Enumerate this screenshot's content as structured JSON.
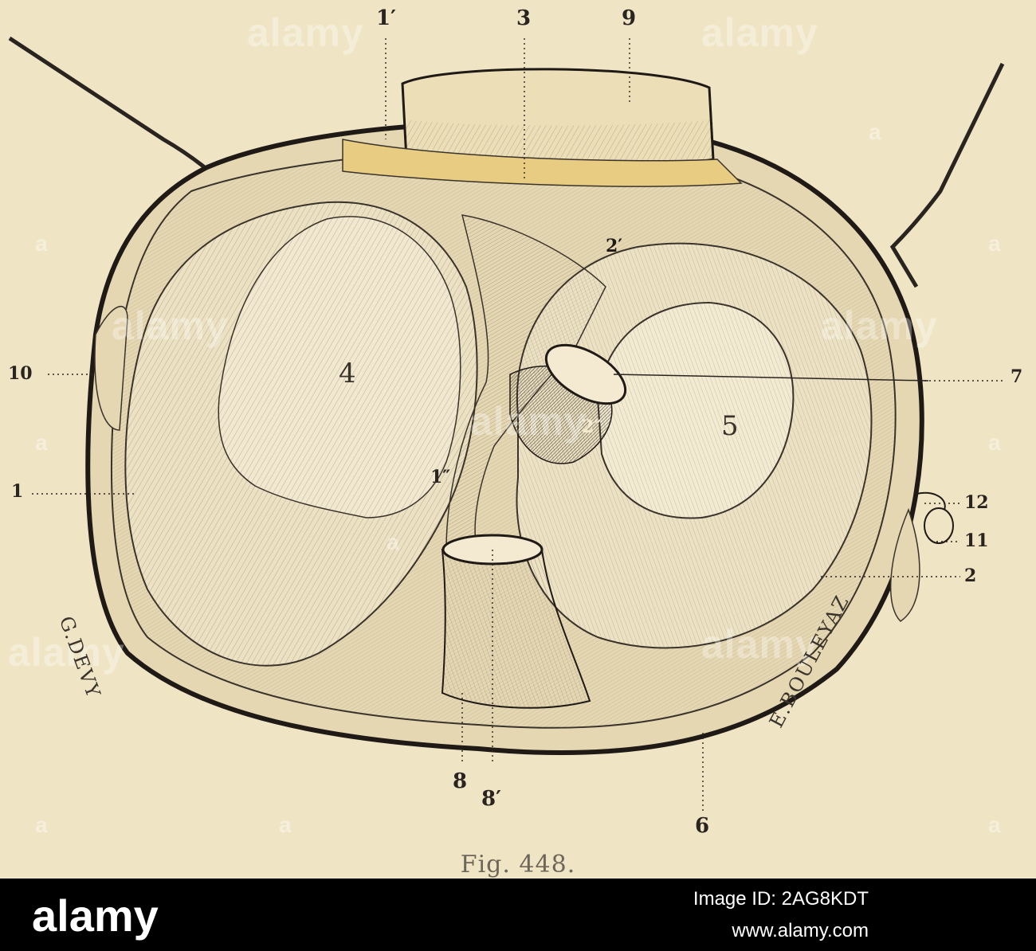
{
  "figure": {
    "caption": "Fig. 448.",
    "callouts": {
      "n1_prime_top": "1′",
      "n3": "3",
      "n9": "9",
      "n10": "10",
      "n7": "7",
      "n1": "1",
      "n12": "12",
      "n11": "11",
      "n2": "2",
      "n8": "8",
      "n8_prime": "8′",
      "n6": "6",
      "n4": "4",
      "n5": "5",
      "n2_prime": "2′",
      "n2_double_prime": "2″",
      "n1_double_prime": "1″"
    },
    "engravers": {
      "left": "G.DEVY",
      "right": "E.BOULEYAZ"
    }
  },
  "watermark": {
    "word": "alamy",
    "letter": "a"
  },
  "footer": {
    "logo": "alamy",
    "image_id": "Image ID: 2AG8KDT",
    "url": "www.alamy.com"
  },
  "colors": {
    "paper": "#efe4c4",
    "ink": "#2a2420",
    "tendon_cut": "#e8cc82",
    "footer_bg": "#000000"
  }
}
